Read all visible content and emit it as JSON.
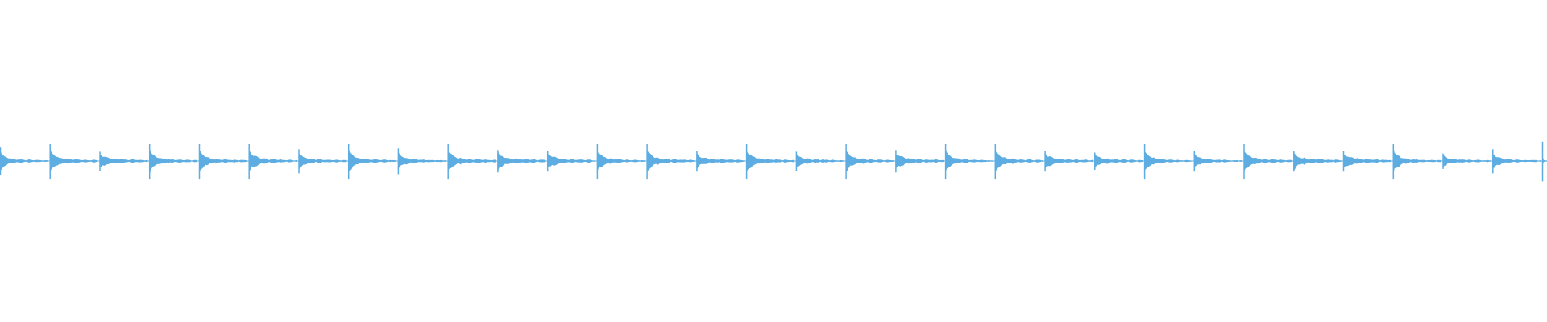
{
  "waveform": {
    "color": "#5dade2",
    "background": "#ffffff",
    "duration_beats": 31,
    "events": [
      {
        "beat": 0,
        "accent": 0.8,
        "tail": 0.35
      },
      {
        "beat": 1,
        "accent": 1.0,
        "tail": 0.45
      },
      {
        "beat": 2,
        "accent": 0.55,
        "tail": 0.5
      },
      {
        "beat": 3,
        "accent": 1.0,
        "tail": 0.4
      },
      {
        "beat": 4,
        "accent": 1.0,
        "tail": 0.4
      },
      {
        "beat": 5,
        "accent": 1.0,
        "tail": 0.45
      },
      {
        "beat": 6,
        "accent": 0.7,
        "tail": 0.4
      },
      {
        "beat": 7,
        "accent": 1.0,
        "tail": 0.4
      },
      {
        "beat": 8,
        "accent": 0.75,
        "tail": 0.35
      },
      {
        "beat": 9,
        "accent": 1.0,
        "tail": 0.45
      },
      {
        "beat": 10,
        "accent": 0.65,
        "tail": 0.5
      },
      {
        "beat": 11,
        "accent": 0.6,
        "tail": 0.5
      },
      {
        "beat": 12,
        "accent": 1.0,
        "tail": 0.4
      },
      {
        "beat": 13,
        "accent": 1.0,
        "tail": 0.45
      },
      {
        "beat": 14,
        "accent": 0.6,
        "tail": 0.45
      },
      {
        "beat": 15,
        "accent": 1.0,
        "tail": 0.45
      },
      {
        "beat": 16,
        "accent": 0.55,
        "tail": 0.4
      },
      {
        "beat": 17,
        "accent": 1.0,
        "tail": 0.4
      },
      {
        "beat": 18,
        "accent": 0.65,
        "tail": 0.5
      },
      {
        "beat": 19,
        "accent": 1.0,
        "tail": 0.35
      },
      {
        "beat": 20,
        "accent": 1.0,
        "tail": 0.45
      },
      {
        "beat": 21,
        "accent": 0.6,
        "tail": 0.45
      },
      {
        "beat": 22,
        "accent": 0.5,
        "tail": 0.4
      },
      {
        "beat": 23,
        "accent": 1.0,
        "tail": 0.35
      },
      {
        "beat": 24,
        "accent": 0.6,
        "tail": 0.35
      },
      {
        "beat": 25,
        "accent": 1.0,
        "tail": 0.45
      },
      {
        "beat": 26,
        "accent": 0.6,
        "tail": 0.5
      },
      {
        "beat": 27,
        "accent": 0.6,
        "tail": 0.5
      },
      {
        "beat": 28,
        "accent": 1.0,
        "tail": 0.4
      },
      {
        "beat": 29,
        "accent": 0.45,
        "tail": 0.35
      },
      {
        "beat": 30,
        "accent": 0.7,
        "tail": 0.35
      },
      {
        "beat": 31,
        "accent": 1.15,
        "tail": 0.2
      }
    ]
  }
}
